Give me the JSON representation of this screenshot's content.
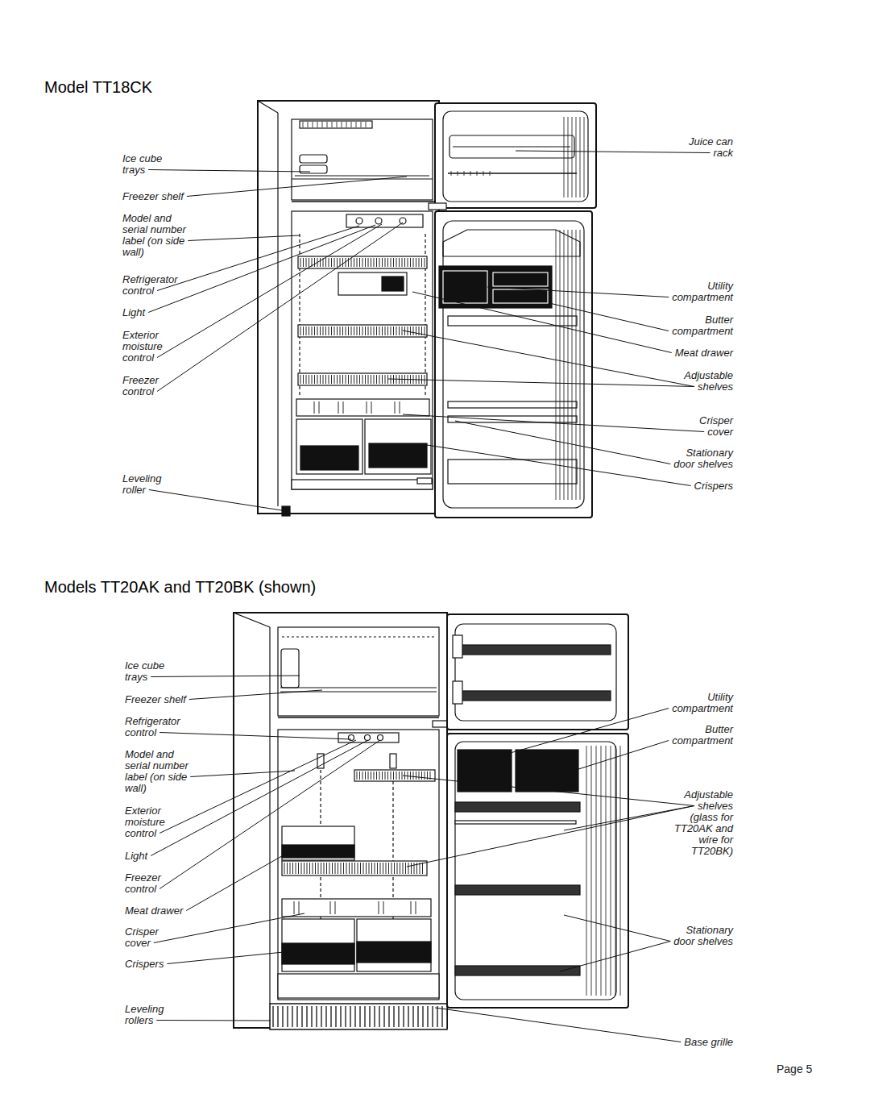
{
  "diagram": {
    "labels": [
      "Model TT18CK",
      "Ice cube trays",
      "Freezer shelf",
      "Model and serial number label (on side wall)",
      "Refrigerator control",
      "Light",
      "Exterior moisture control",
      "Freezer control",
      "Leveling roller",
      "Juice can rack",
      "Utility compartment",
      "Butter compartment",
      "Meat drawer",
      "Adjustable shelves",
      "Crisper cover",
      "Stationary door shelves",
      "Crispers",
      "Models TT20AK and TT20BK (shown)",
      "Ice cube trays",
      "Freezer shelf",
      "Refrigerator control",
      "Model and serial number label (on side wall)",
      "Exterior moisture control",
      "Light",
      "Freezer control",
      "Meat drawer",
      "Crisper cover",
      "Crispers",
      "Leveling rollers",
      "Utility compartment",
      "Butter compartment",
      "Adjustable shelves (glass for TT20AK and wire for TT20BK)",
      "Stationary door shelves",
      "Base grille",
      "Page 5"
    ]
  }
}
